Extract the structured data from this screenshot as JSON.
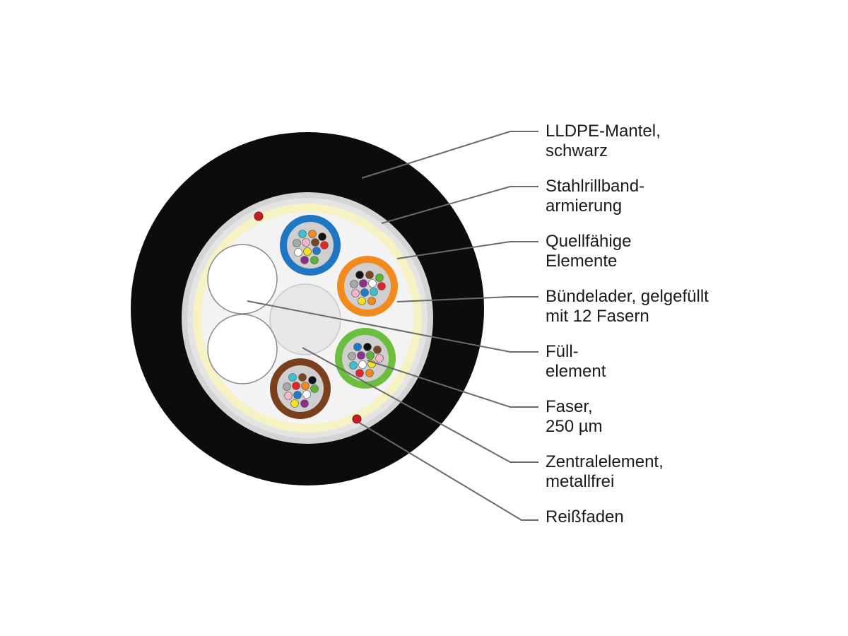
{
  "labels": {
    "jacket": [
      "LLDPE-Mantel,",
      "schwarz"
    ],
    "armour": [
      "Stahlrillband-",
      "armierung"
    ],
    "swelling": [
      "Quellfähige",
      "Elemente"
    ],
    "tube": [
      "Bündelader, gelgefüllt",
      "mit 12 Fasern"
    ],
    "filler": [
      "Füll-",
      "element"
    ],
    "fiber": [
      "Faser,",
      "250 µm"
    ],
    "central": [
      "Zentralelement,",
      "metallfrei"
    ],
    "ripcord": [
      "Reißfaden"
    ]
  },
  "colors": {
    "jacket": "#0c0c0c",
    "armour": "#d4d4d4",
    "swelling": "#f6f2c4",
    "core_fill": "#f3f3f3",
    "central": "#e7e7e7",
    "filler": "#ffffff",
    "ripcord": "#c41e24",
    "tubes": [
      "#1f77c4",
      "#f28a1e",
      "#6cbf3c",
      "#7a3f1c"
    ],
    "fibers": [
      "#1f78c8",
      "#f2891c",
      "#5bb535",
      "#7a4520",
      "#a8a8a8",
      "#ffffff",
      "#e3252b",
      "#111111",
      "#f1e21a",
      "#8c2e8e",
      "#f2b6c8",
      "#3fbfcf"
    ]
  }
}
